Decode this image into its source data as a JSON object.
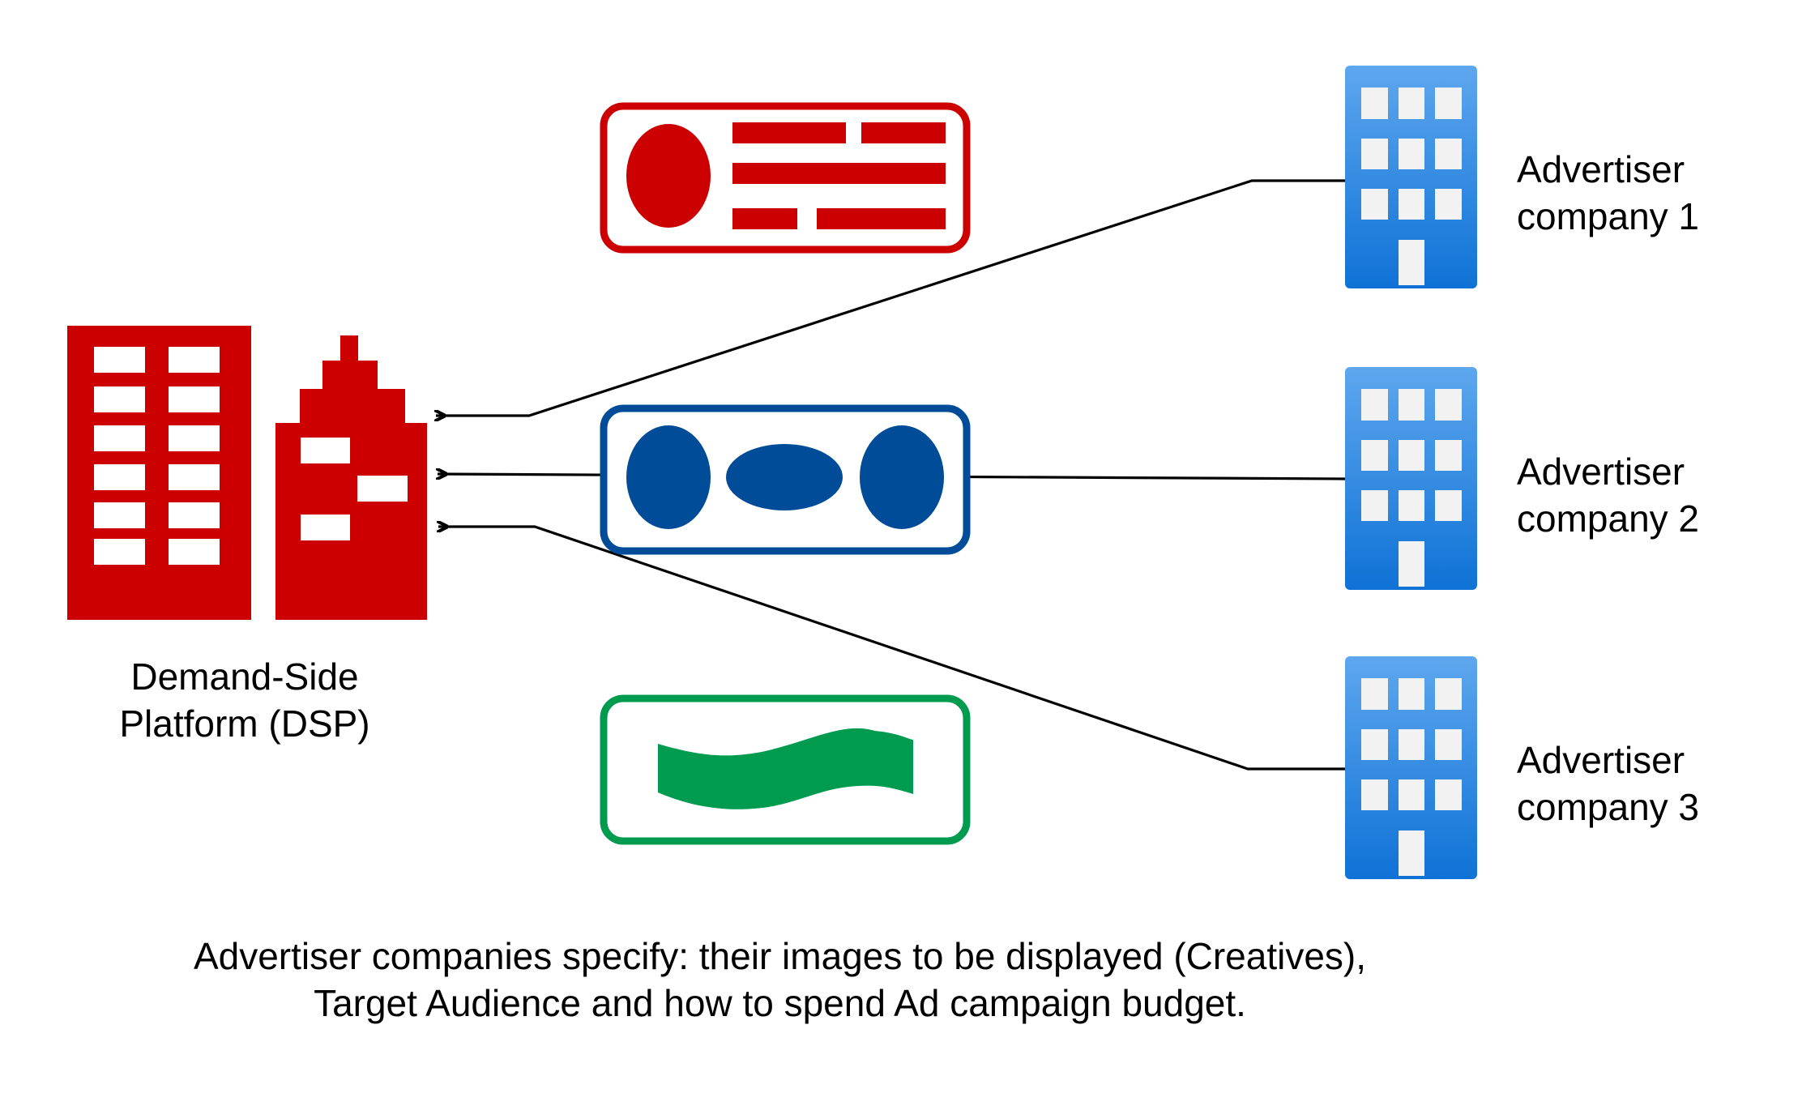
{
  "colors": {
    "dsp_red": "#cc0000",
    "creative_red": "#cc0000",
    "creative_blue": "#004c99",
    "creative_green": "#009b4e",
    "building_blue_top": "#5ea7ee",
    "building_blue_bottom": "#0f72d6",
    "window": "#f2f2f2",
    "connector": "#000000"
  },
  "dsp": {
    "label_line1": "Demand-Side",
    "label_line2": "Platform (DSP)"
  },
  "advertisers": [
    {
      "line1": "Advertiser",
      "line2": "company 1"
    },
    {
      "line1": "Advertiser",
      "line2": "company 2"
    },
    {
      "line1": "Advertiser",
      "line2": "company 3"
    }
  ],
  "footer": {
    "line1": "Advertiser companies specify: their images to be displayed (Creatives),",
    "line2": "Target Audience and how to spend Ad campaign budget."
  }
}
